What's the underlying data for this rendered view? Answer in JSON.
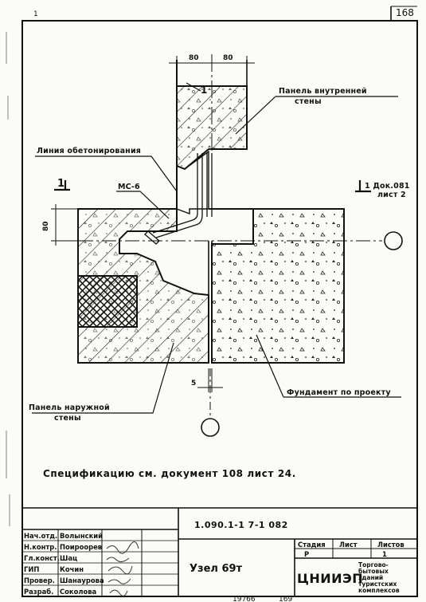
{
  "sheet": {
    "page_number": "168",
    "top_left_mark": "1"
  },
  "labels": {
    "inner_panel": [
      "Панель внутренней",
      "стены"
    ],
    "concreting_line": "Линия обетонирования",
    "ms_part": "МС-6",
    "section_marker": "1",
    "doc_ref": [
      "1 Док.081",
      "лист 2"
    ],
    "outer_panel": [
      "Панель наружной",
      "стены"
    ],
    "foundation": "Фундамент по проекту",
    "spec_note": "Спецификацию см. документ 108 лист 24."
  },
  "dimensions": {
    "top_left": "80",
    "top_right": "80",
    "left_height": "80",
    "gap": "5"
  },
  "title_block": {
    "doc_code": "1.090.1-1 7-1 082",
    "title": "Узел 69т",
    "roles": [
      "Нач.отд.",
      "Н.контр.",
      "Гл.конст.",
      "ГИП",
      "Провер.",
      "Разраб."
    ],
    "names": [
      "Волынский",
      "Поироорев",
      "Шац",
      "Кочин",
      "Шанаурова",
      "Соколова"
    ],
    "stage_header": "Стадия",
    "sheet_header": "Лист",
    "sheets_header": "Листов",
    "stage": "Р",
    "sheet": "1",
    "organization": "ЦНИИЭП",
    "project": [
      "Торгово-",
      "бытовых",
      "зданий",
      "туристских",
      "комплексов"
    ]
  },
  "footer": {
    "copy_number": "19766",
    "page": "169"
  }
}
